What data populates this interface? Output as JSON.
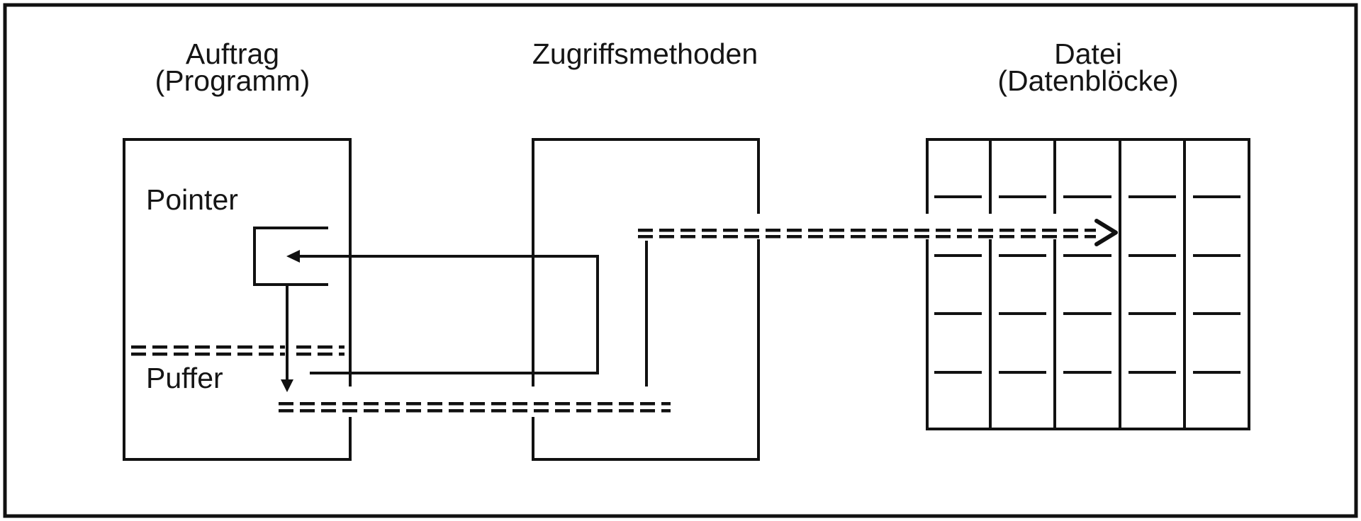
{
  "headers": {
    "auftrag": "Auftrag",
    "auftrag_sub": "(Programm)",
    "zugriffsmethoden": "Zugriffsmethoden",
    "datei": "Datei",
    "datei_sub": "(Datenblöcke)"
  },
  "box_labels": {
    "pointer": "Pointer",
    "puffer": "Puffer"
  },
  "datei_grid": {
    "columns": 5,
    "block_rows_per_column": 4
  },
  "colors": {
    "line": "#111111",
    "background": "#ffffff"
  }
}
